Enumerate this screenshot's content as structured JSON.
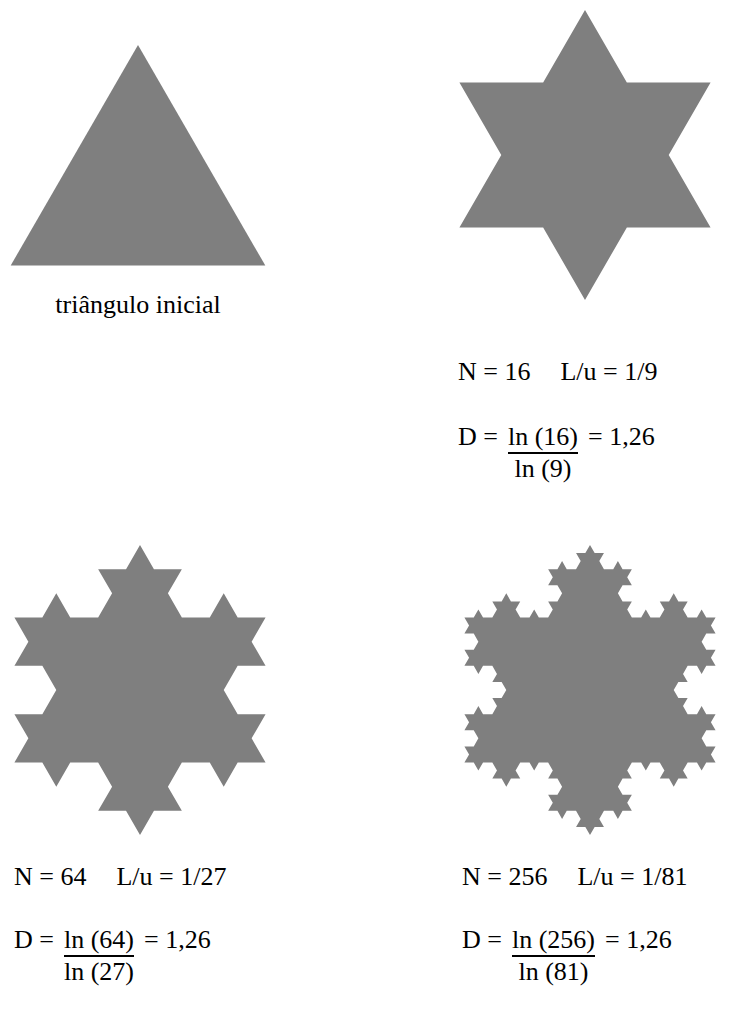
{
  "diagram": {
    "labels": [
      "triângulo inicial",
      "N = 16",
      "L/u = 1/9",
      "D =",
      "ln (16)",
      "= 1,26",
      "ln (9)",
      "N = 64",
      "L/u = 1/27",
      "D =",
      "ln (64)",
      "= 1,26",
      "ln (27)",
      "N = 256",
      "L/u = 1/81",
      "D =",
      "ln (256)",
      "= 1,26",
      "ln (81)"
    ]
  }
}
